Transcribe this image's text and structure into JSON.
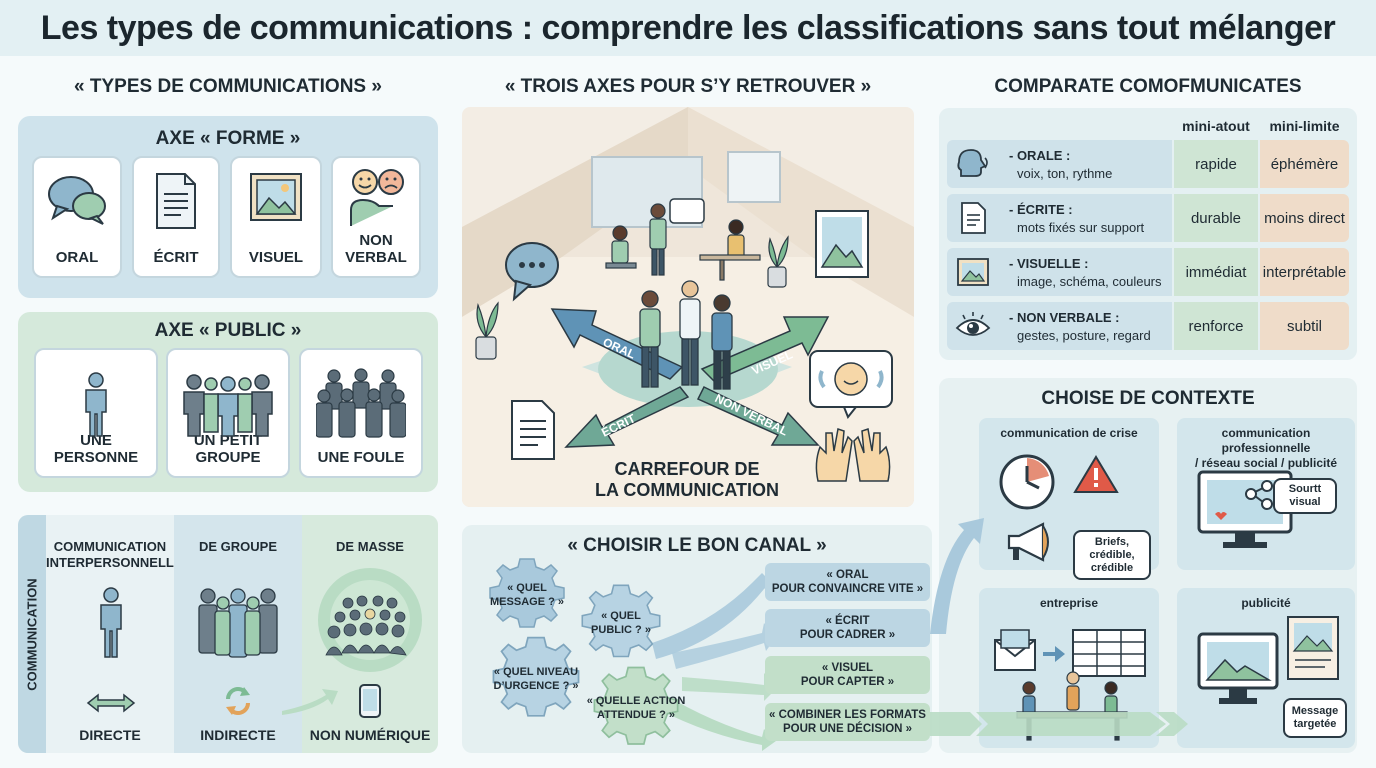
{
  "title": "Les types de communications : comprendre les classifications sans tout mélanger",
  "left": {
    "heading": "« TYPES DE COMMUNICATIONS »",
    "forme": {
      "heading": "AXE « FORME »",
      "cards": [
        {
          "label": "ORAL",
          "icon": "speech-bubbles-icon"
        },
        {
          "label": "ÉCRIT",
          "icon": "document-icon"
        },
        {
          "label": "VISUEL",
          "icon": "picture-icon"
        },
        {
          "label": "NON\nVERBAL",
          "icon": "faces-gesture-icon"
        }
      ]
    },
    "public": {
      "heading": "AXE « PUBLIC »",
      "cards": [
        {
          "label": "UNE PERSONNE",
          "icon": "person-icon"
        },
        {
          "label": "UN PETIT GROUPE",
          "icon": "small-group-icon"
        },
        {
          "label": "UNE FOULE",
          "icon": "crowd-icon"
        }
      ]
    },
    "bottom": {
      "vertical_label": "COMMUNICATION",
      "columns": [
        {
          "heading": "COMMUNICATION\nINTERPERSONNELLE",
          "footer": "DIRECTE",
          "icon": "double-arrow-icon"
        },
        {
          "heading": "DE GROUPE",
          "footer": "INDIRECTE",
          "icon": "cycle-arrows-icon"
        },
        {
          "heading": "DE MASSE",
          "footer": "NON NUMÉRIQUE",
          "icon": "phone-icon"
        }
      ]
    }
  },
  "middle": {
    "heading": "« TROIS AXES POUR S’Y RETROUVER »",
    "arrows": [
      "ORAL",
      "VISUEL",
      "ÉCRIT",
      "NON VERBAL"
    ],
    "caption": "CARREFOUR DE\nLA COMMUNICATION",
    "canal": {
      "heading": "« CHOISIR LE BON CANAL »",
      "questions": [
        "« QUEL\nMESSAGE ? »",
        "« QUEL\nPUBLIC ? »",
        "« QUEL NIVEAU\nD’URGENCE ? »",
        "« QUELLE ACTION\nATTENDUE ? »"
      ],
      "options": [
        "« ORAL\nPOUR CONVAINCRE VITE »",
        "« ÉCRIT\nPOUR CADRER »",
        "« VISUEL\nPOUR CAPTER »",
        "« COMBINER LES FORMATS\nPOUR UNE DÉCISION »"
      ]
    }
  },
  "right": {
    "heading": "COMPARATE COMOFMUNICATES",
    "col_atout": "mini-atout",
    "col_limite": "mini-limite",
    "rows": [
      {
        "title": "- ORALE :",
        "desc": "voix, ton, rythme",
        "atout": "rapide",
        "limite": "éphémère",
        "icon": "speaking-head-icon"
      },
      {
        "title": "- ÉCRITE :",
        "desc": "mots fixés sur support",
        "atout": "durable",
        "limite": "moins direct",
        "icon": "document-icon"
      },
      {
        "title": "- VISUELLE :",
        "desc": "image, schéma, couleurs",
        "atout": "immédiat",
        "limite": "interprétable",
        "icon": "picture-icon"
      },
      {
        "title": "- NON VERBALE :",
        "desc": "gestes, posture, regard",
        "atout": "renforce",
        "limite": "subtil",
        "icon": "eye-icon"
      }
    ],
    "contexte": {
      "heading": "CHOISE DE CONTEXTE",
      "crise": {
        "heading": "communication de crise",
        "callout": "Briefs,\ncrédible,\ncrédible"
      },
      "pro": {
        "heading": "communication professionnelle\n/ réseau social / publicité",
        "callout": "Sourtt\nvisual"
      },
      "entreprise": {
        "heading": "entreprise"
      },
      "publicite": {
        "heading": "publicité",
        "callout": "Message\ntargetée"
      }
    }
  },
  "colors": {
    "blue_panel": "#cfe3ec",
    "green_panel": "#d5e9db",
    "accent_blue": "#5a8fb0",
    "accent_green": "#7dbb94",
    "figure": "#5b6c78"
  }
}
